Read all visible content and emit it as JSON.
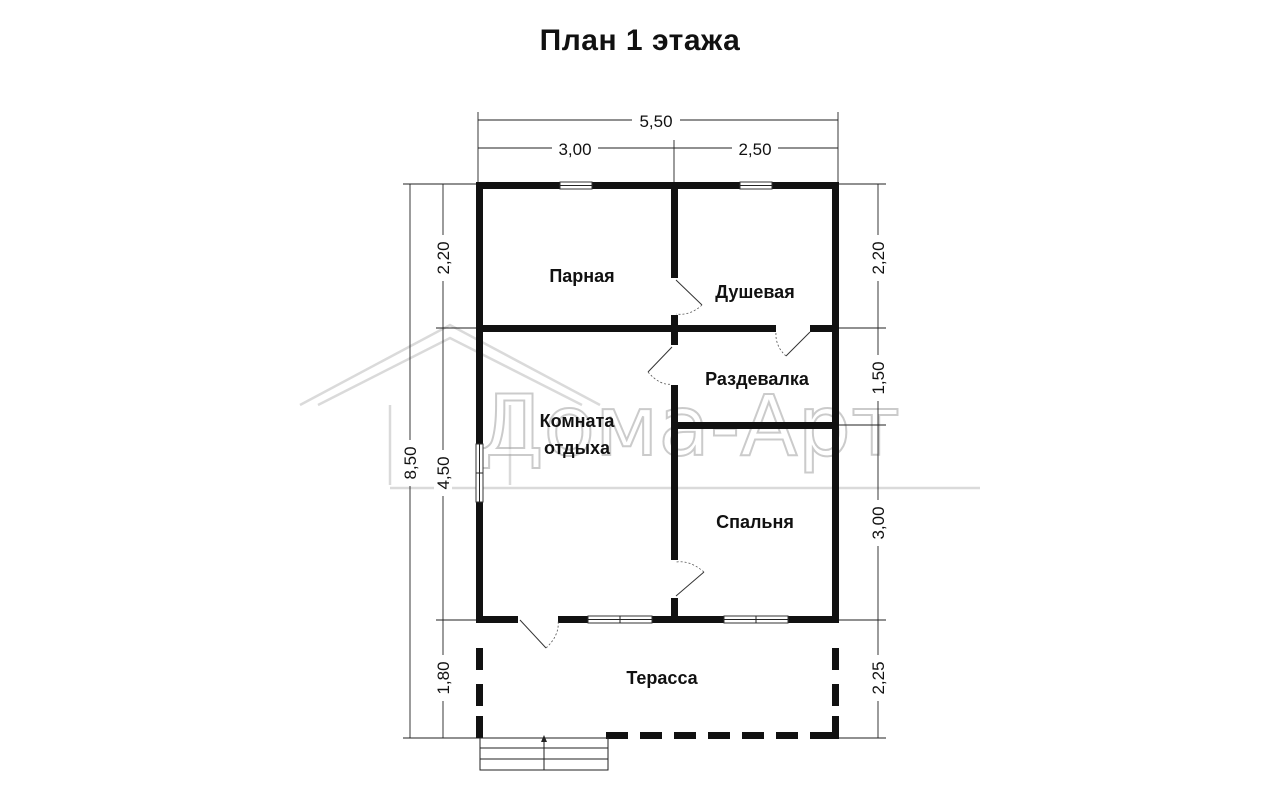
{
  "title": "План 1 этажа",
  "dimensions": {
    "top_total": "5,50",
    "top_left": "3,00",
    "top_right": "2,50",
    "left_total": "8,50",
    "left_inner": "4,50",
    "left_top": "2,20",
    "left_bottom": "1,80",
    "right_1": "2,20",
    "right_2": "1,50",
    "right_3": "3,00",
    "right_4": "2,25"
  },
  "rooms": {
    "parnaya": "Парная",
    "dushevaya": "Душевая",
    "razdevalka": "Раздевалка",
    "komnata_line1": "Комната",
    "komnata_line2": "отдыха",
    "spalnya": "Спальня",
    "terrasa": "Терасса"
  },
  "watermark": "Дома-Арт"
}
